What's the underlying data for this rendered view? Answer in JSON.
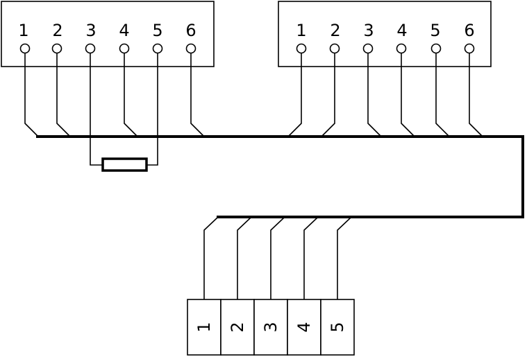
{
  "connector_left": {
    "pins": [
      "1",
      "2",
      "3",
      "4",
      "5",
      "6"
    ]
  },
  "connector_right": {
    "pins": [
      "1",
      "2",
      "3",
      "4",
      "5",
      "6"
    ]
  },
  "terminal_block": {
    "pins": [
      "1",
      "2",
      "3",
      "4",
      "5"
    ]
  },
  "colors": {
    "line": "#000000",
    "background": "#ffffff"
  }
}
